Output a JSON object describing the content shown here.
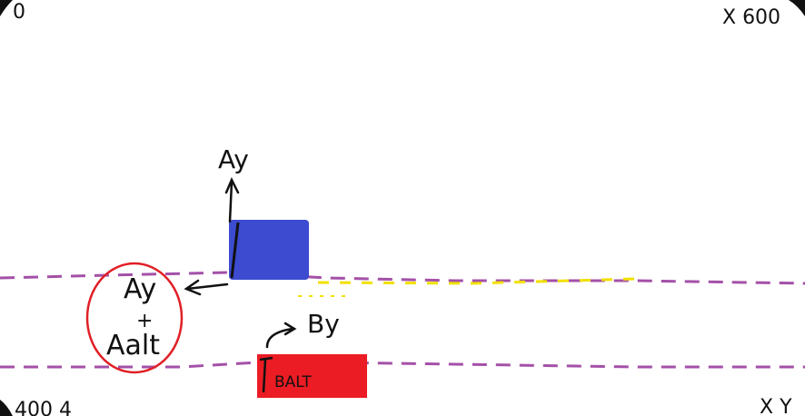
{
  "corners": {
    "top_left": "0",
    "top_right": "X 600",
    "bottom_left": "400 4",
    "bottom_right": "X Y"
  },
  "labels": {
    "ay_top": "Ay",
    "ay_circle": "Ay",
    "plus": "+",
    "aalt": "Aalt",
    "by": "By",
    "balt": "BALT"
  },
  "colors": {
    "block_a": "#3c4bcf",
    "block_b": "#ec1c24",
    "guide_lines": "#a450a8",
    "dashes_yellow": "#f2e000",
    "circle": "#e11f26",
    "ink": "#111111"
  },
  "icons": [
    "arrow-up-icon",
    "arrow-left-icon",
    "arrow-right-icon"
  ]
}
